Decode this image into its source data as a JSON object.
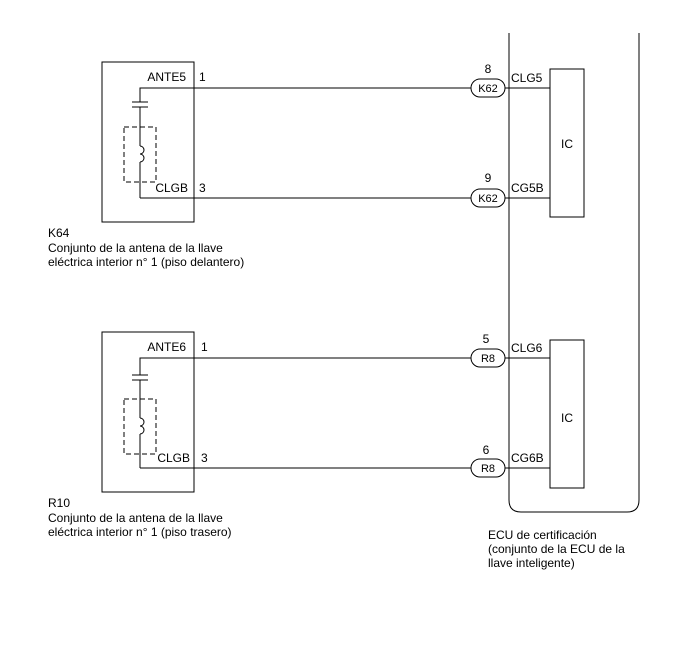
{
  "antenna_front": {
    "code": "K64",
    "name_line1": "Conjunto de la antena de la llave",
    "name_line2": "eléctrica interior n° 1 (piso delantero)",
    "pin_top_label": "ANTE5",
    "pin_top_number": "1",
    "pin_bottom_label": "CLGB",
    "pin_bottom_number": "3"
  },
  "antenna_rear": {
    "code": "R10",
    "name_line1": "Conjunto de la antena de la llave",
    "name_line2": "eléctrica interior n° 1 (piso trasero)",
    "pin_top_label": "ANTE6",
    "pin_top_number": "1",
    "pin_bottom_label": "CLGB",
    "pin_bottom_number": "3"
  },
  "ecu": {
    "name_line1": "ECU de certificación",
    "name_line2": "(conjunto de la ECU de la",
    "name_line3": "llave inteligente)",
    "ic_upper_label": "IC",
    "ic_lower_label": "IC",
    "pins": [
      {
        "number": "8",
        "connector": "K62",
        "signal": "CLG5"
      },
      {
        "number": "9",
        "connector": "K62",
        "signal": "CG5B"
      },
      {
        "number": "5",
        "connector": "R8",
        "signal": "CLG6"
      },
      {
        "number": "6",
        "connector": "R8",
        "signal": "CG6B"
      }
    ]
  }
}
